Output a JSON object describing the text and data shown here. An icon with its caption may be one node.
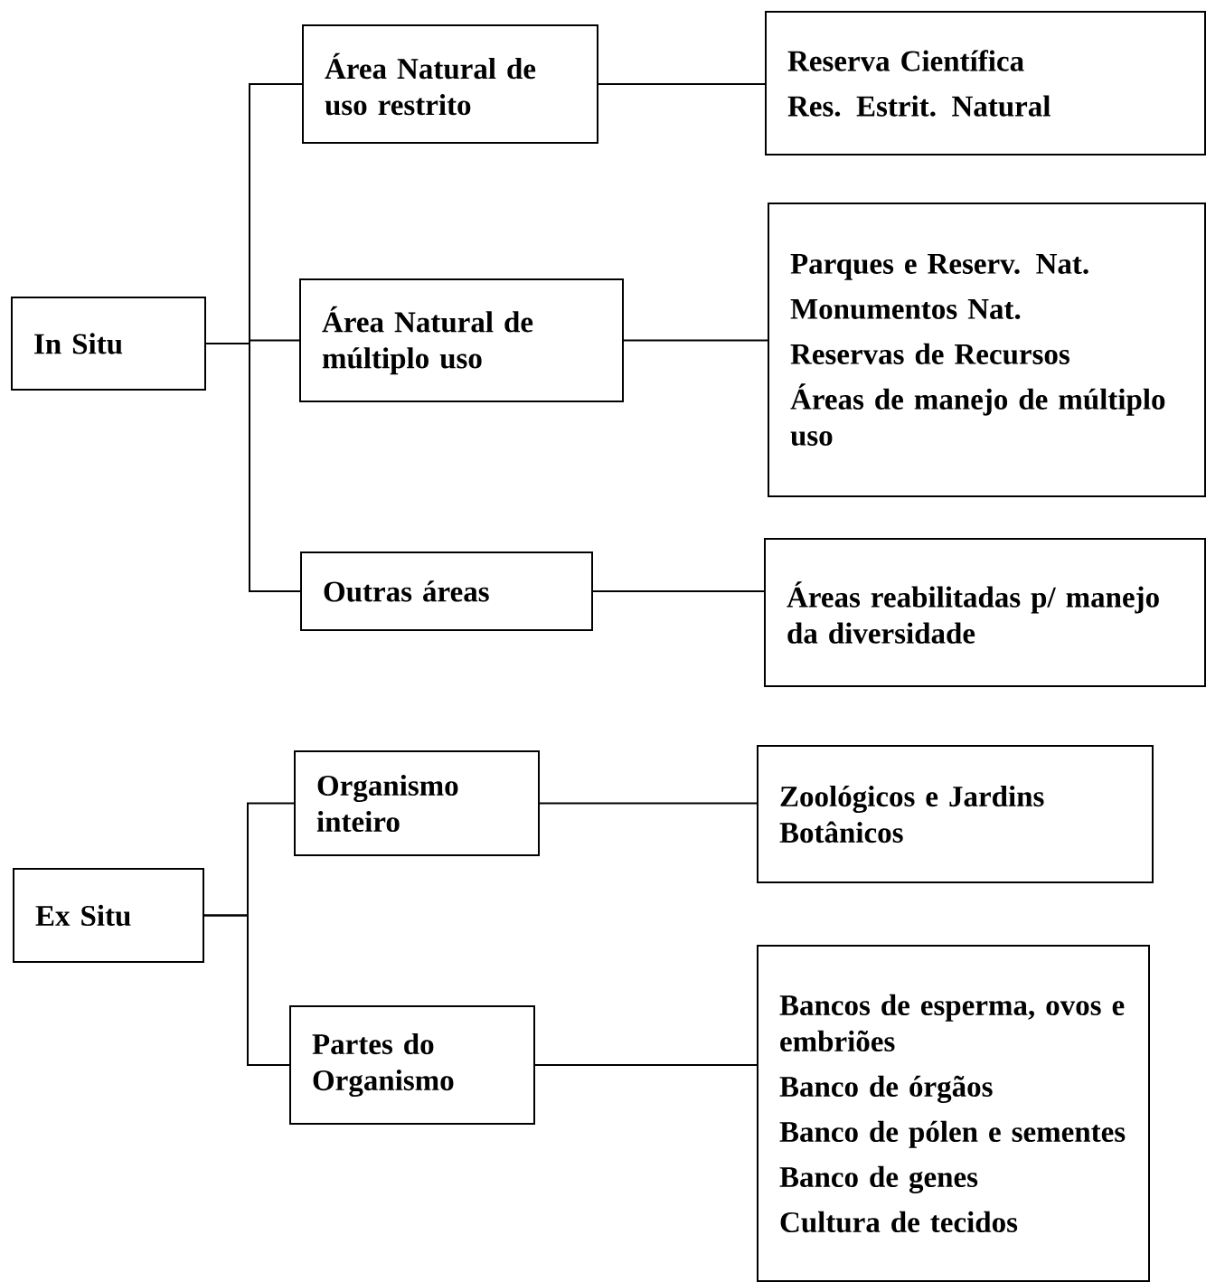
{
  "diagram": {
    "nodes": [
      {
        "text": [
          "In Situ"
        ]
      },
      {
        "text": [
          "Área Natural de uso restrito"
        ]
      },
      {
        "text": [
          "Área Natural de múltiplo uso"
        ]
      },
      {
        "text": [
          "Outras áreas"
        ]
      },
      {
        "text": [
          "Reserva Científica",
          "Res. Estrit. Natural"
        ]
      },
      {
        "text": [
          "Parques e Reserv. Nat.",
          "Monumentos Nat.",
          "Reservas de Recursos",
          "Áreas de manejo de múltiplo uso"
        ]
      },
      {
        "text": [
          "Áreas reabilitadas p/ manejo da diversidade"
        ]
      },
      {
        "text": [
          "Ex Situ"
        ]
      },
      {
        "text": [
          "Organismo inteiro"
        ]
      },
      {
        "text": [
          "Partes do Organismo"
        ]
      },
      {
        "text": [
          "Zoológicos e Jardins Botânicos"
        ]
      },
      {
        "text": [
          "Bancos de esperma, ovos e embriões",
          "Banco de órgãos",
          "Banco de pólen e sementes",
          "Banco de genes",
          "Cultura de tecidos"
        ]
      }
    ],
    "edges": [
      {
        "from": 0,
        "to": 1,
        "arrow": "none"
      },
      {
        "from": 0,
        "to": 2,
        "arrow": "none"
      },
      {
        "from": 0,
        "to": 3,
        "arrow": "none"
      },
      {
        "from": 1,
        "to": 4,
        "arrow": "none"
      },
      {
        "from": 2,
        "to": 5,
        "arrow": "none"
      },
      {
        "from": 3,
        "to": 6,
        "arrow": "none"
      },
      {
        "from": 7,
        "to": 8,
        "arrow": "none"
      },
      {
        "from": 7,
        "to": 9,
        "arrow": "none"
      },
      {
        "from": 8,
        "to": 10,
        "arrow": "none"
      },
      {
        "from": 9,
        "to": 11,
        "arrow": "none"
      }
    ]
  }
}
